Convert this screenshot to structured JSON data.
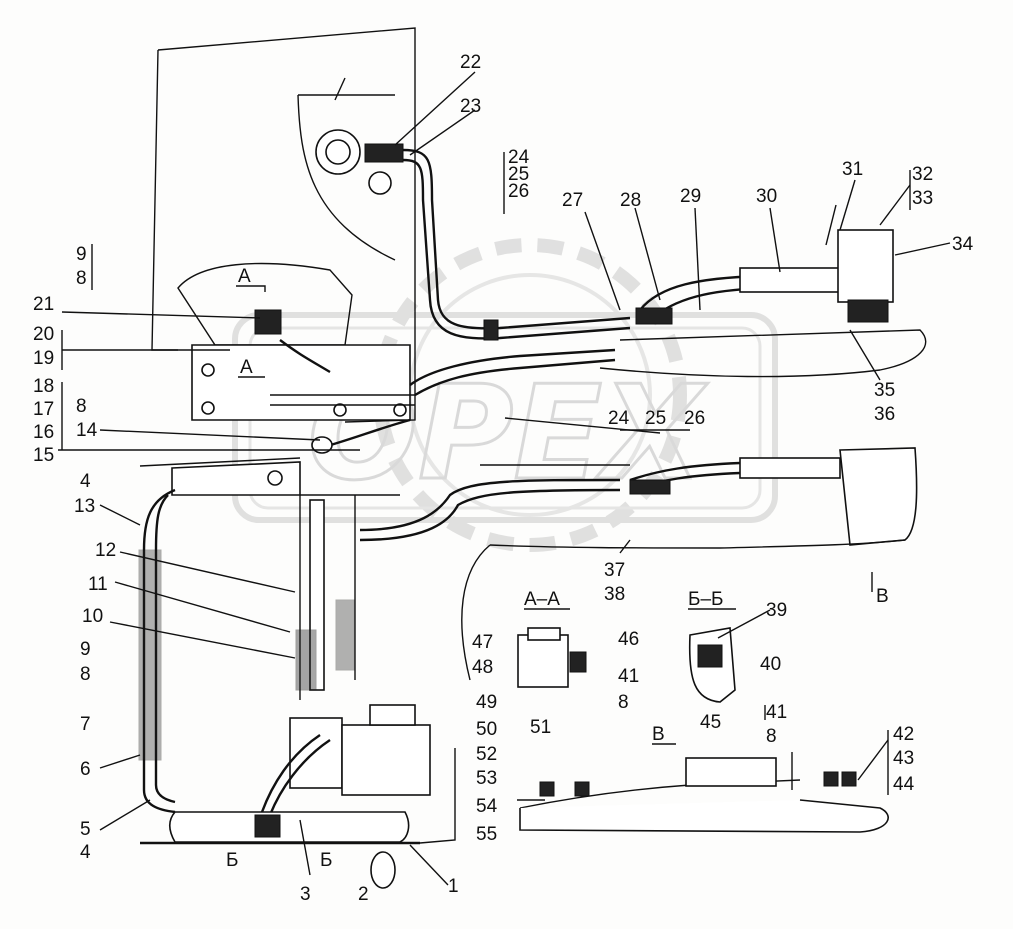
{
  "watermark": "OPEX",
  "section_labels": {
    "a_top": "А",
    "a_bottom": "А",
    "b_left": "Б",
    "b_right": "Б",
    "v_arrow": "В",
    "section_aa": "А–А",
    "section_bb": "Б–Б",
    "section_v": "В"
  },
  "callouts": {
    "c22": "22",
    "c23": "23",
    "c24a": "24",
    "c25a": "25",
    "c26a": "26",
    "c27": "27",
    "c28": "28",
    "c29": "29",
    "c30": "30",
    "c31": "31",
    "c32": "32",
    "c33": "33",
    "c34": "34",
    "c35": "35",
    "c36": "36",
    "c9a": "9",
    "c8a": "8",
    "c21": "21",
    "c20": "20",
    "c19": "19",
    "c18": "18",
    "c17": "17",
    "c8b": "8",
    "c16": "16",
    "c14": "14",
    "c15": "15",
    "c4a": "4",
    "c13": "13",
    "c12": "12",
    "c11": "11",
    "c10": "10",
    "c9b": "9",
    "c8c": "8",
    "c7": "7",
    "c6": "6",
    "c5": "5",
    "c4b": "4",
    "c3": "3",
    "c2": "2",
    "c1": "1",
    "c24b": "24",
    "c25b": "25",
    "c26b": "26",
    "c37": "37",
    "c38": "38",
    "c39": "39",
    "c40": "40",
    "c41a": "41",
    "c8d": "8",
    "c41b": "41",
    "c8e": "8",
    "c45": "45",
    "c46": "46",
    "c47": "47",
    "c48": "48",
    "c49": "49",
    "c50": "50",
    "c51": "51",
    "c52": "52",
    "c53": "53",
    "c54": "54",
    "c55": "55",
    "c42": "42",
    "c43": "43",
    "c44": "44"
  },
  "colors": {
    "ink": "#111111",
    "paper": "#fdfdfc",
    "watermark": "#c9c9c9"
  }
}
